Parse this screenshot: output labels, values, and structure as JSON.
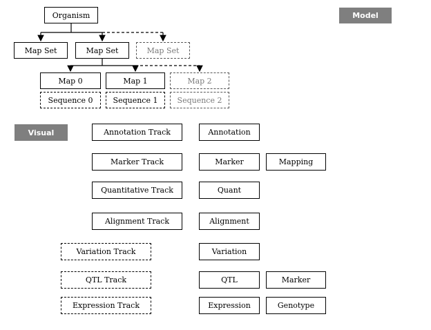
{
  "labels": {
    "model": "Model",
    "visual": "Visual"
  },
  "model": {
    "organism": "Organism",
    "map_sets": [
      "Map Set",
      "Map Set",
      "Map Set"
    ],
    "maps": [
      "Map 0",
      "Map 1",
      "Map 2"
    ],
    "sequences": [
      "Sequence 0",
      "Sequence 1",
      "Sequence 2"
    ]
  },
  "visual": {
    "tracks": [
      "Annotation Track",
      "Marker Track",
      "Quantitative Track",
      "Alignment Track",
      "Variation Track",
      "QTL Track",
      "Expression Track"
    ],
    "data": [
      "Annotation",
      "Marker",
      "Quant",
      "Alignment",
      "Variation",
      "QTL",
      "Expression"
    ],
    "extra": [
      "Mapping",
      "Marker",
      "Genotype"
    ]
  }
}
